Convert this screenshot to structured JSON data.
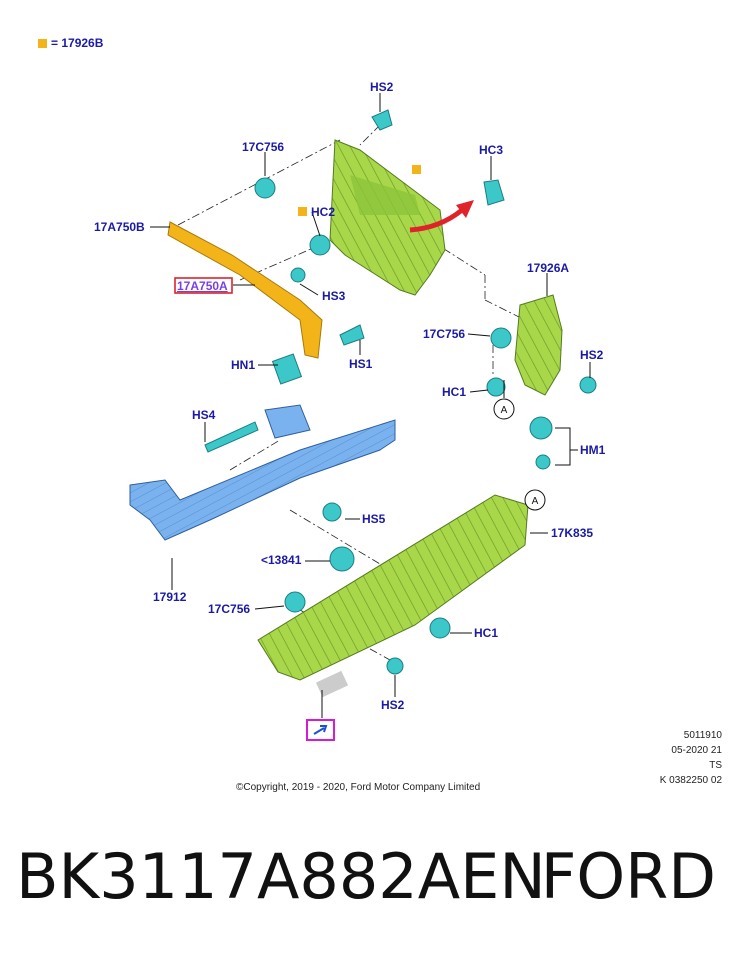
{
  "legend": {
    "text": "= 17926B",
    "color": "#f2b418"
  },
  "labels": {
    "hs2_top": "HS2",
    "c17c756_top": "17C756",
    "hc3": "HC3",
    "hc2": "HC2",
    "c17a750b": "17A750B",
    "c17a750a": "17A750A",
    "hs3": "HS3",
    "c17926a": "17926A",
    "c17c756_mid": "17C756",
    "hs2_right": "HS2",
    "hn1": "HN1",
    "hs1": "HS1",
    "hc1_right": "HC1",
    "callout_a": "A",
    "hm1": "HM1",
    "hs4": "HS4",
    "hs5": "HS5",
    "c17k835": "17K835",
    "c13841": "<13841",
    "c17912": "17912",
    "c17c756_bottom": "17C756",
    "hc1_bottom": "HC1",
    "hs2_bottom": "HS2"
  },
  "meta": {
    "line1": "5011910",
    "line2": "05-2020 21",
    "line3": "TS",
    "line4": "K 0382250 02",
    "copyright": "©Copyright, 2019 - 2020, Ford Motor Company Limited"
  },
  "caption": {
    "part_number": "BK3117A882AEN",
    "brand": "FORD"
  },
  "colors": {
    "label": "#1a1aa6",
    "green_part": "#a8d84a",
    "blue_part": "#6ea8e8",
    "fastener": "#3cc8c8",
    "yellow_part": "#f2b418",
    "highlight": "#e0222a",
    "selection": "#d61ad6"
  }
}
